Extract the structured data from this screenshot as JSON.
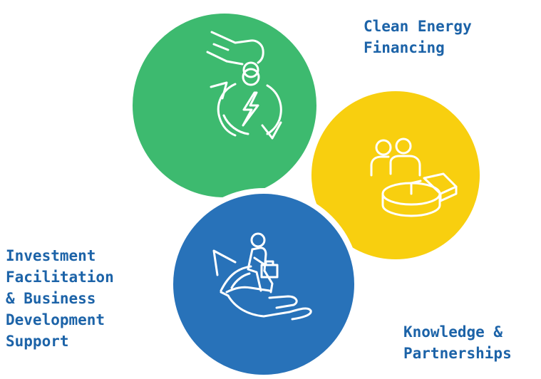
{
  "colors": {
    "green": "#3dba6f",
    "yellow": "#f8cf0f",
    "blue": "#2872b9",
    "label_text": "#1c63a8",
    "background": "#ffffff"
  },
  "segments": [
    {
      "id": "clean-energy-financing",
      "color": "#3dba6f",
      "icon": "hand-coin-energy-cycle-icon",
      "label_lines": [
        "Clean Energy",
        "Financing"
      ]
    },
    {
      "id": "knowledge-partnerships",
      "color": "#f8cf0f",
      "icon": "people-pie-chart-icon",
      "label_lines": [
        "Knowledge &",
        "Partnerships"
      ]
    },
    {
      "id": "investment-facilitation",
      "color": "#2872b9",
      "icon": "hand-climber-arrow-icon",
      "label_lines": [
        "Investment",
        "Facilitation",
        "& Business",
        "Development",
        "Support"
      ]
    }
  ]
}
